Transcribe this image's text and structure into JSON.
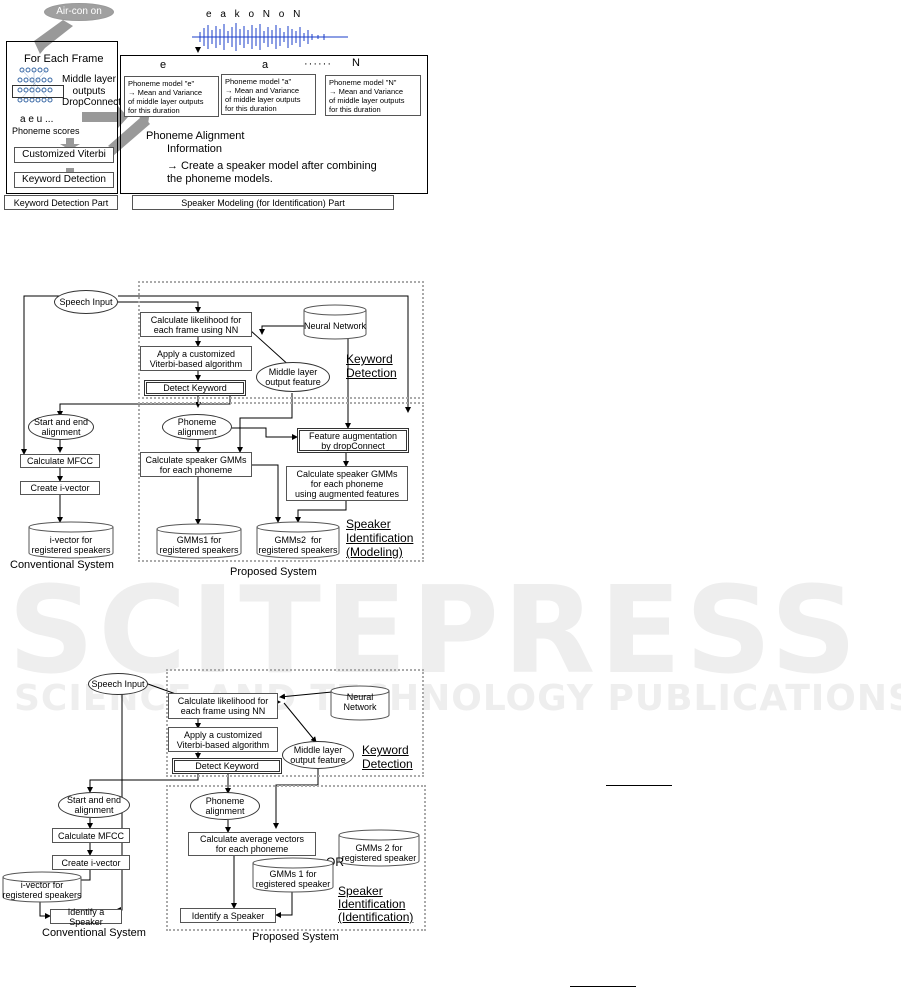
{
  "top": {
    "air_con_on": "Air-con on",
    "for_each_frame": "For Each Frame",
    "middle_layer_outputs": "Middle layer\noutputs",
    "dropconnect": "DropConnect",
    "phoneme_letters": "a e u ...",
    "phoneme_scores": "Phoneme scores",
    "customized_viterbi": "Customized Viterbi",
    "keyword_detection": "Keyword Detection",
    "keyword_detection_part": "Keyword Detection Part",
    "speaker_modeling_part": "Speaker Modeling (for Identification) Part",
    "waveform_labels": "e a k o N o N",
    "row_e": "e",
    "row_a": "a",
    "row_dots": "······",
    "row_N": "N",
    "pm_e": "Phoneme model \"e\"\n→ Mean and Variance\nof middle layer outputs\nfor this duration",
    "pm_a": "Phoneme model \"a\"\n→ Mean and Variance\nof middle layer outputs\nfor this duration",
    "pm_N": "Phoneme model \"N\"\n→ Mean and Variance\nof middle layer outputs\nfor this duration",
    "phoneme_alignment": "Phoneme Alignment",
    "information": "Information",
    "create_speaker_model": "→ Create a speaker model after combining\nthe phoneme models."
  },
  "mid": {
    "speech_input": "Speech Input",
    "calc_likelihood": "Calculate likelihood for\neach frame using NN",
    "neural_network": "Neural Network",
    "apply_viterbi": "Apply a customized\nViterbi-based algorithm",
    "detect_keyword": "Detect Keyword",
    "middle_layer_feature": "Middle layer\noutput feature",
    "keyword_detection": "Keyword\nDetection",
    "start_end": "Start and end\nalignment",
    "phoneme_alignment": "Phoneme\nalignment",
    "feature_aug": "Feature augmentation\nby dropConnect",
    "calc_mfcc": "Calculate MFCC",
    "calc_gmms": "Calculate speaker GMMs\nfor each phoneme",
    "calc_gmms_aug": "Calculate speaker GMMs\nfor each phoneme\nusing augmented features",
    "create_ivector": "Create i-vector",
    "ivector_db": "i-vector for\nregistered speakers",
    "gmms1_db": "GMMs1 for\nregistered speakers",
    "gmms2_db": "GMMs2  for\nregistered speakers",
    "speaker_id_modeling": "Speaker\nIdentification\n(Modeling)",
    "conventional": "Conventional System",
    "proposed": "Proposed System"
  },
  "bot": {
    "speech_input": "Speech Input",
    "calc_likelihood": "Calculate likelihood for\neach frame using NN",
    "neural_network": "Neural Network",
    "apply_viterbi": "Apply a customized\nViterbi-based algorithm",
    "detect_keyword": "Detect Keyword",
    "middle_layer_feature": "Middle layer\noutput feature",
    "keyword_detection": "Keyword\nDetection",
    "start_end": "Start and end\nalignment",
    "phoneme_alignment": "Phoneme\nalignment",
    "calc_mfcc": "Calculate MFCC",
    "calc_avg": "Calculate average vectors\nfor each phoneme",
    "gmms2_db": "GMMs 2 for\nregistered speaker",
    "create_ivector": "Create i-vector",
    "or": "OR",
    "gmms1_db": "GMMs 1 for\nregistered speaker",
    "ivector_db": "i-vector for\nregistered speakers",
    "speaker_id_identification": "Speaker\nIdentification\n(Identification)",
    "identify_conv": "Identify a Speaker",
    "identify_prop": "Identify a Speaker",
    "conventional": "Conventional System",
    "proposed": "Proposed System"
  },
  "watermark": {
    "big": "SCITEPRESS",
    "small": "SCIENCE AND TECHNOLOGY PUBLICATIONS"
  }
}
